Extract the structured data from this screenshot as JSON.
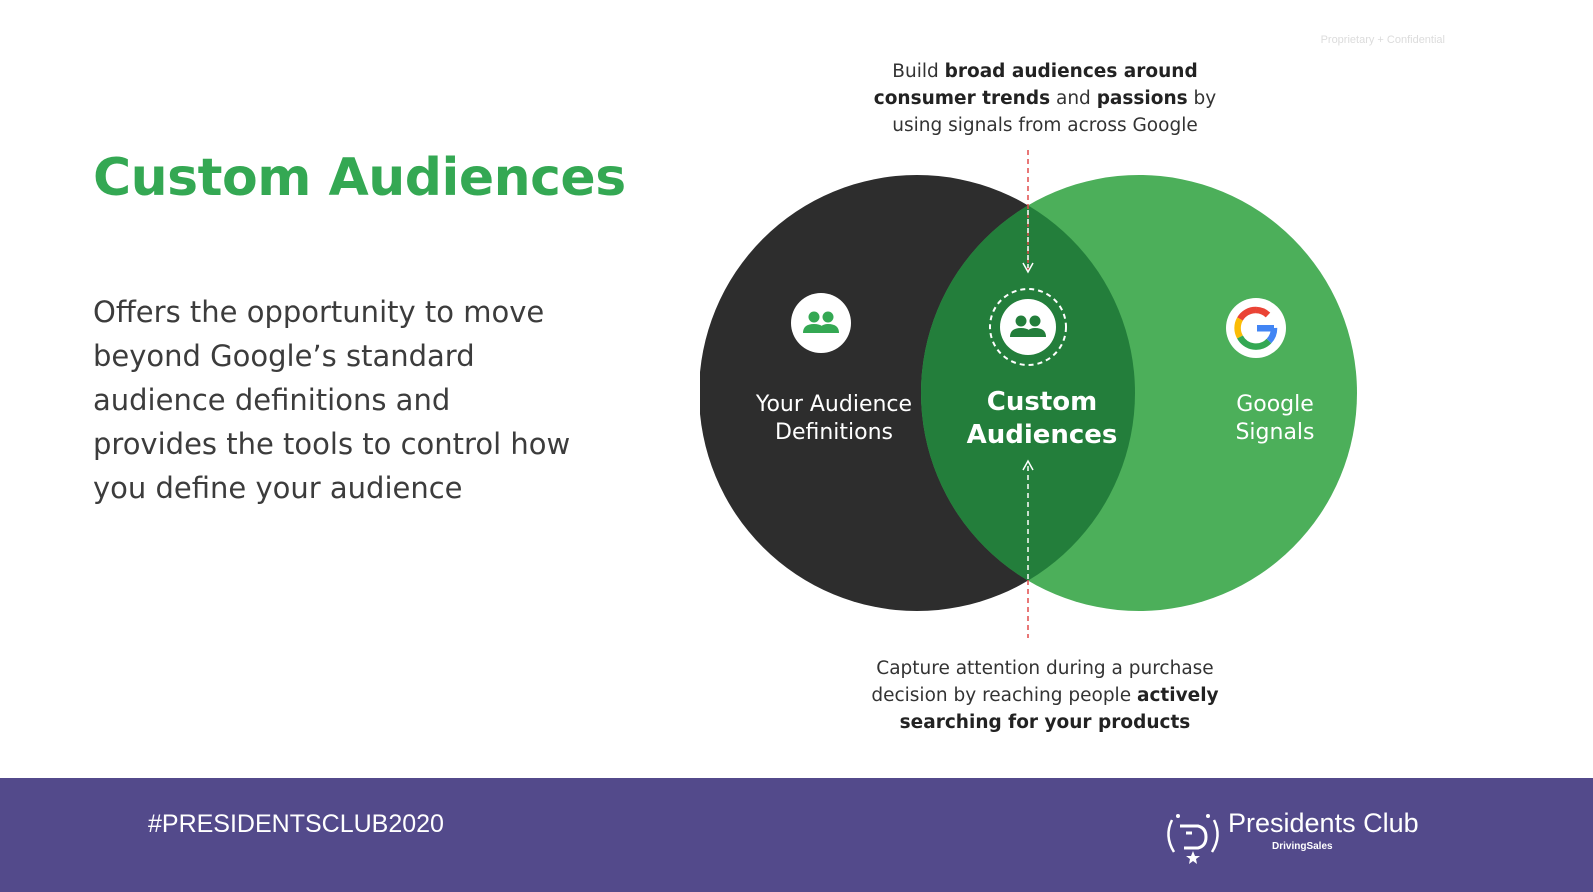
{
  "confidential_note": "Proprietary + Confidential",
  "title": "Custom Audiences",
  "body_lines": [
    "Offers the opportunity to move",
    "beyond Google’s standard",
    "audience definitions and",
    "provides the tools to control how",
    "you define your audience"
  ],
  "caption_top": {
    "line1": [
      "Build ",
      "broad audiences around"
    ],
    "line2": [
      "consumer trends",
      " and ",
      "passions",
      " by"
    ],
    "line3": "using signals from across Google"
  },
  "caption_bottom": {
    "line1": "Capture attention during a purchase",
    "line2": [
      "decision by reaching people ",
      "actively"
    ],
    "line3": "searching for your products"
  },
  "venn": {
    "left_circle": {
      "label_line1": "Your Audience",
      "label_line2": "Definitions",
      "color": "#2d2d2d",
      "icon": "people-icon"
    },
    "intersection": {
      "label_line1": "Custom",
      "label_line2": "Audiences",
      "color": "#237e3b",
      "icon": "people-icon"
    },
    "right_circle": {
      "label_line1": "Google",
      "label_line2": "Signals",
      "color": "#4caf5a",
      "icon": "google-g-icon"
    }
  },
  "footer": {
    "hashtag": "#PRESIDENTSCLUB2020",
    "brand_name": "Presidents Club",
    "brand_sub": "DrivingSales",
    "background": "#534a8b"
  },
  "colors": {
    "title_green": "#34a853",
    "dashed_line": "#e04a4a"
  }
}
